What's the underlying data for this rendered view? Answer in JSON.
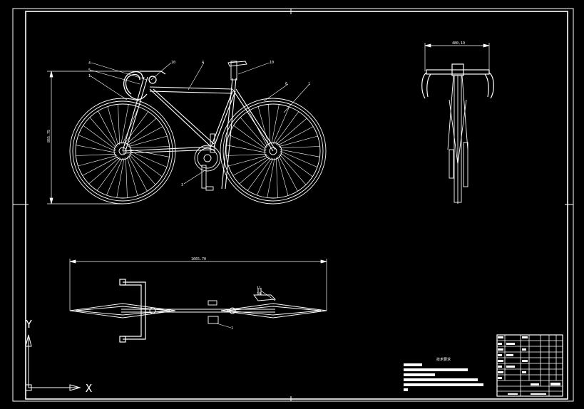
{
  "ucs": {
    "x_label": "X",
    "y_label": "Y"
  },
  "dimensions": {
    "side_height": "865.75",
    "top_width": "480.19",
    "overall_length": "1665.70"
  },
  "balloons": {
    "b1": "4",
    "b2": "5",
    "b3": "1",
    "b4": "10",
    "b5": "4",
    "b6": "10",
    "b7": "6",
    "b8": "1",
    "b9": "3",
    "b10": "1",
    "b11": "11",
    "b12": "10"
  },
  "notes_title": "技术要求",
  "colors": {
    "background": "#000000",
    "lines": "#ffffff"
  }
}
